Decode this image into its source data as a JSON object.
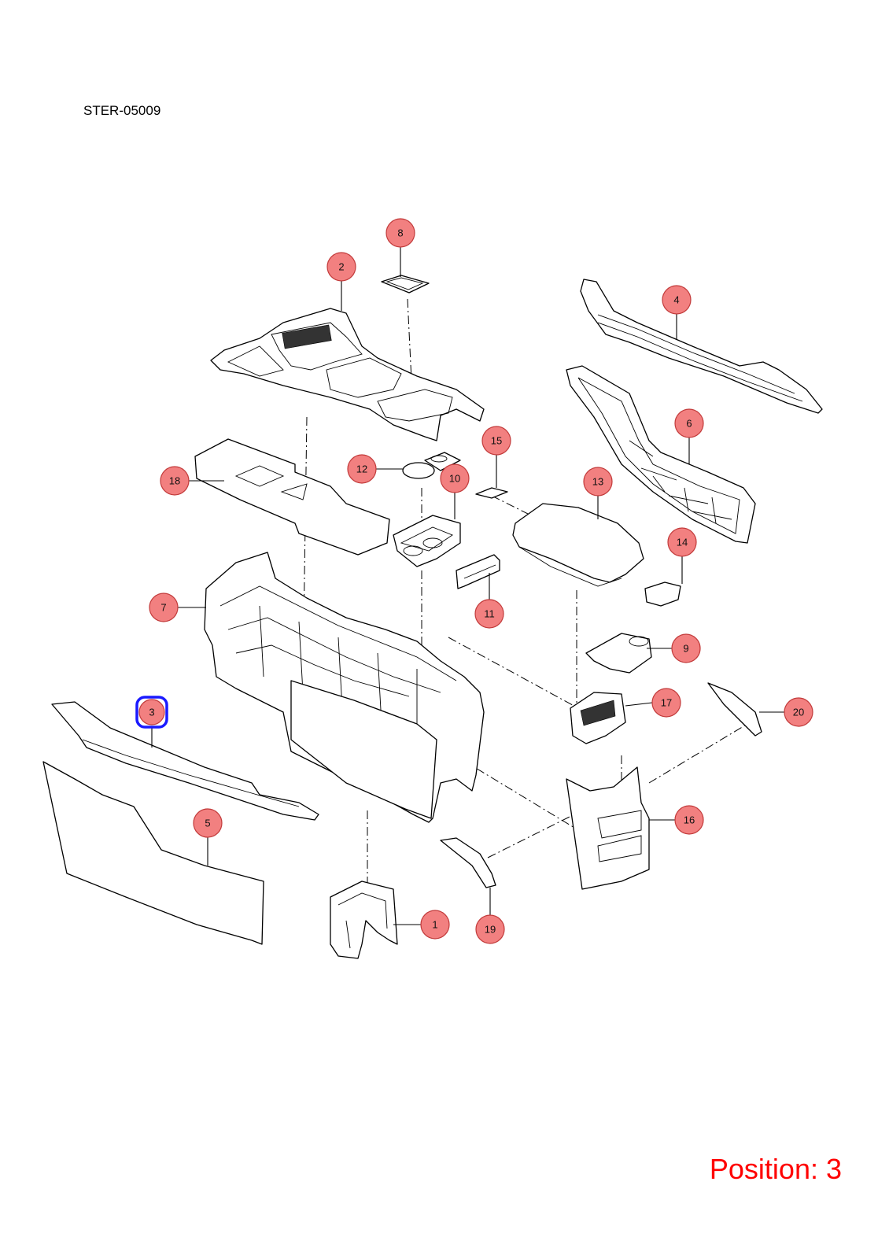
{
  "diagram": {
    "code": "STER-05009",
    "position_label": "Position: 3",
    "selected_callout": "3",
    "colors": {
      "callout_fill": "#f28080",
      "callout_stroke": "#c23a3a",
      "highlight": "#1a1aff",
      "position_text": "#ff0000"
    }
  },
  "callouts": [
    {
      "id": "1",
      "label": "1"
    },
    {
      "id": "2",
      "label": "2"
    },
    {
      "id": "3",
      "label": "3"
    },
    {
      "id": "4",
      "label": "4"
    },
    {
      "id": "5",
      "label": "5"
    },
    {
      "id": "6",
      "label": "6"
    },
    {
      "id": "7",
      "label": "7"
    },
    {
      "id": "8",
      "label": "8"
    },
    {
      "id": "9",
      "label": "9"
    },
    {
      "id": "10",
      "label": "10"
    },
    {
      "id": "11",
      "label": "11"
    },
    {
      "id": "12",
      "label": "12"
    },
    {
      "id": "13",
      "label": "13"
    },
    {
      "id": "14",
      "label": "14"
    },
    {
      "id": "15",
      "label": "15"
    },
    {
      "id": "16",
      "label": "16"
    },
    {
      "id": "17",
      "label": "17"
    },
    {
      "id": "18",
      "label": "18"
    },
    {
      "id": "19",
      "label": "19"
    },
    {
      "id": "20",
      "label": "20"
    }
  ]
}
